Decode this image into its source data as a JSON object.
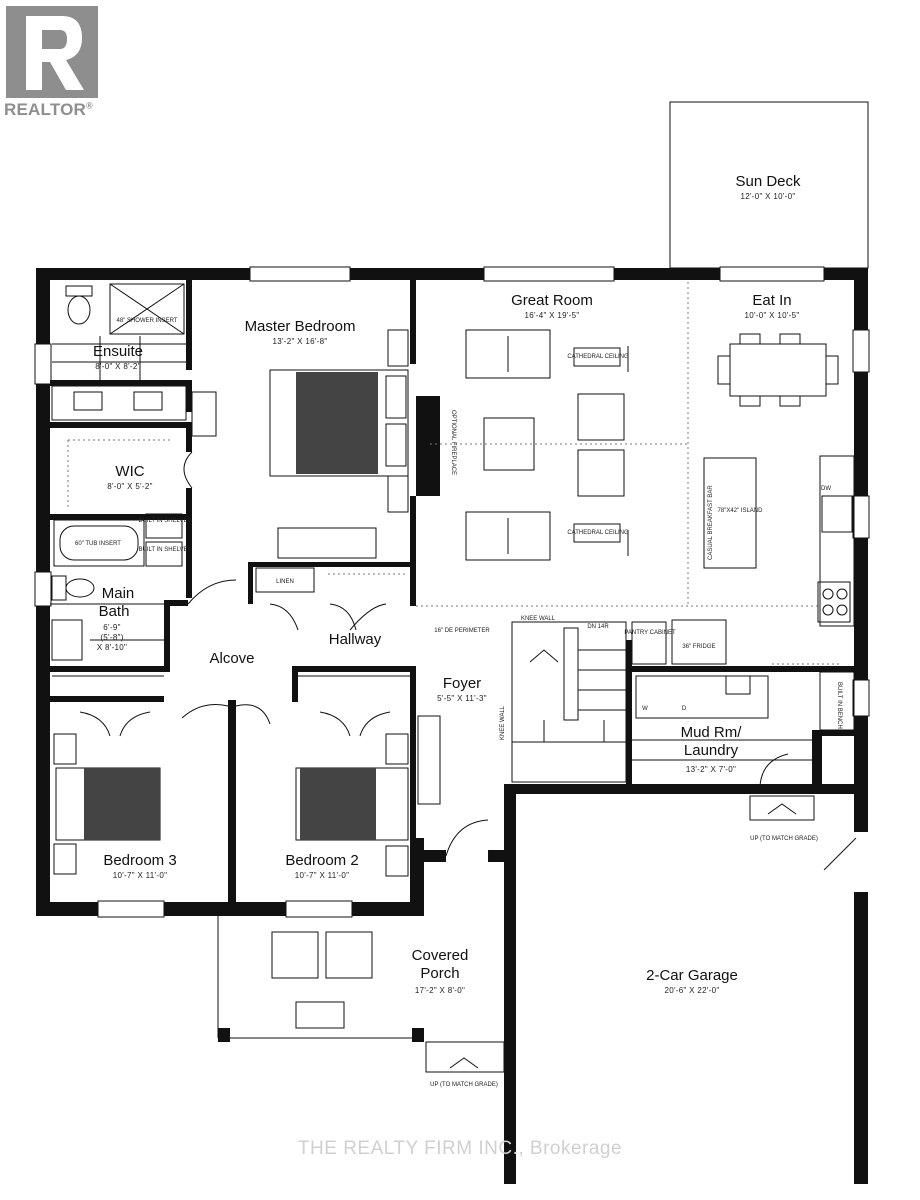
{
  "logo": {
    "text": "REALTOR",
    "mark": "®"
  },
  "watermark": "THE REALTY FIRM INC., Brokerage",
  "rooms": {
    "sun_deck": {
      "name": "Sun Deck",
      "dims": "12'-0\" X 10'-0\""
    },
    "great_room": {
      "name": "Great Room",
      "dims": "16'-4\" X 19'-5\""
    },
    "eat_in": {
      "name": "Eat In",
      "dims": "10'-0\" X 10'-5\""
    },
    "master_bedroom": {
      "name": "Master Bedroom",
      "dims": "13'-2\" X 16'-8\""
    },
    "ensuite": {
      "name": "Ensuite",
      "dims": "8'-0\" X 8'-2\""
    },
    "wic": {
      "name": "WIC",
      "dims": "8'-0\" X 5'-2\""
    },
    "main_bath": {
      "name1": "Main",
      "name2": "Bath",
      "dims1": "6'-9\"",
      "dims2": "(5'-8\")",
      "dims3": "X 8'-10\""
    },
    "alcove": {
      "name": "Alcove"
    },
    "hallway": {
      "name": "Hallway"
    },
    "foyer": {
      "name": "Foyer",
      "dims": "5'-5\" X 11'-3\""
    },
    "mud_room": {
      "name1": "Mud Rm/",
      "name2": "Laundry",
      "dims": "13'-2\" X 7'-0\""
    },
    "bedroom3": {
      "name": "Bedroom 3",
      "dims": "10'-7\" X 11'-0\""
    },
    "bedroom2": {
      "name": "Bedroom 2",
      "dims": "10'-7\" X 11'-0\""
    },
    "covered_porch": {
      "name1": "Covered",
      "name2": "Porch",
      "dims": "17'-2\" X 8'-0\""
    },
    "garage": {
      "name": "2-Car Garage",
      "dims": "20'-6\" X 22'-0\""
    }
  },
  "labels": {
    "shower": "48\" SHOWER INSERT",
    "built_in_1": "BUILT IN SHELVES",
    "built_in_2": "BUILT IN SHELVES",
    "tub": "60\" TUB INSERT",
    "linen": "LINEN",
    "cathedral_1": "CATHEDRAL CEILING",
    "cathedral_2": "CATHEDRAL CEILING",
    "fireplace": "OPTIONAL FIREPLACE",
    "island": "78\"X42\" ISLAND",
    "breakfast_bar": "CASUAL BREAKFAST BAR",
    "knee_wall_top": "KNEE WALL",
    "knee_wall_side": "KNEE WALL",
    "stair": "DN 14R",
    "perimeter": "16\" DE PERIMETER",
    "pantry": "PANTRY CABINET",
    "fridge": "36\" FRIDGE",
    "dw": "DW",
    "washer": "W",
    "dryer": "D",
    "built_in_bench": "BUILT IN BENCH",
    "up_garage": "UP (TO MATCH GRADE)",
    "up_porch": "UP (TO MATCH GRADE)"
  },
  "colors": {
    "wall": "#111111",
    "logo": "#8e8e8e",
    "watermark": "#d0d0d0"
  }
}
